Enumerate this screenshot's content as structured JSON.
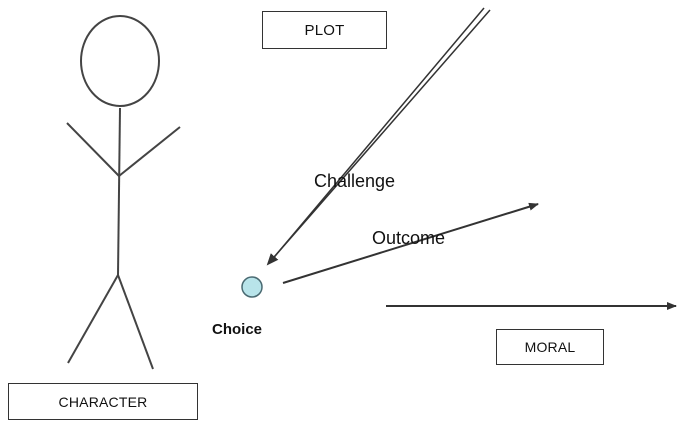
{
  "labels": {
    "plot": "PLOT",
    "character": "CHARACTER",
    "moral": "MORAL",
    "challenge": "Challenge",
    "outcome": "Outcome",
    "choice": "Choice"
  },
  "colors": {
    "line": "#333333",
    "choice_node_fill": "#b8e4ea",
    "choice_node_stroke": "#4a6a72"
  }
}
